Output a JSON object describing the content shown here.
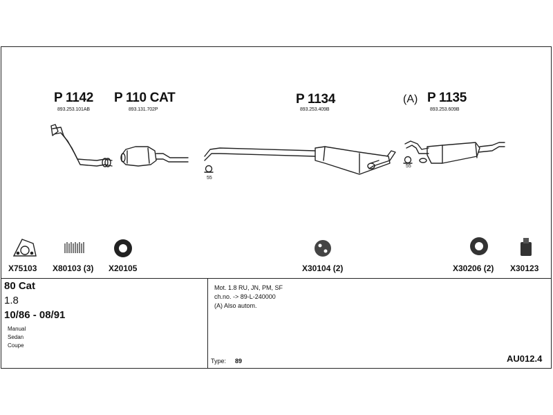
{
  "parts": [
    {
      "number": "P 1142",
      "ref": "893.253.101AB"
    },
    {
      "number": "P 110 CAT",
      "ref": "893.131.702P"
    },
    {
      "number": "P 1134",
      "ref": "893.253.409B"
    },
    {
      "number": "P 1135",
      "ref": "893.253.609B",
      "prefix": "(A)"
    }
  ],
  "hanger_labels": [
    "55",
    "55"
  ],
  "fittings": [
    {
      "code": "X75103",
      "icon": "gasket-icon"
    },
    {
      "code": "X80103 (3)",
      "icon": "spring-icon"
    },
    {
      "code": "X20105",
      "icon": "ring-icon"
    },
    {
      "code": "X30104 (2)",
      "icon": "rubber-hanger-icon"
    },
    {
      "code": "X30206 (2)",
      "icon": "ring-icon"
    },
    {
      "code": "X30123",
      "icon": "clamp-icon"
    }
  ],
  "vehicle": {
    "engine": "80 Cat",
    "displacement": "1.8",
    "years": "10/86 - 08/91",
    "body_types": [
      "Manual",
      "Sedan",
      "Coupe"
    ]
  },
  "notes": [
    "Mot. 1.8 RU, JN, PM, SF",
    "ch.no. -> 89-L-240000",
    "(A) Also autom."
  ],
  "type_label": "Type:",
  "type_value": "89",
  "diagram_code": "AU012.4"
}
